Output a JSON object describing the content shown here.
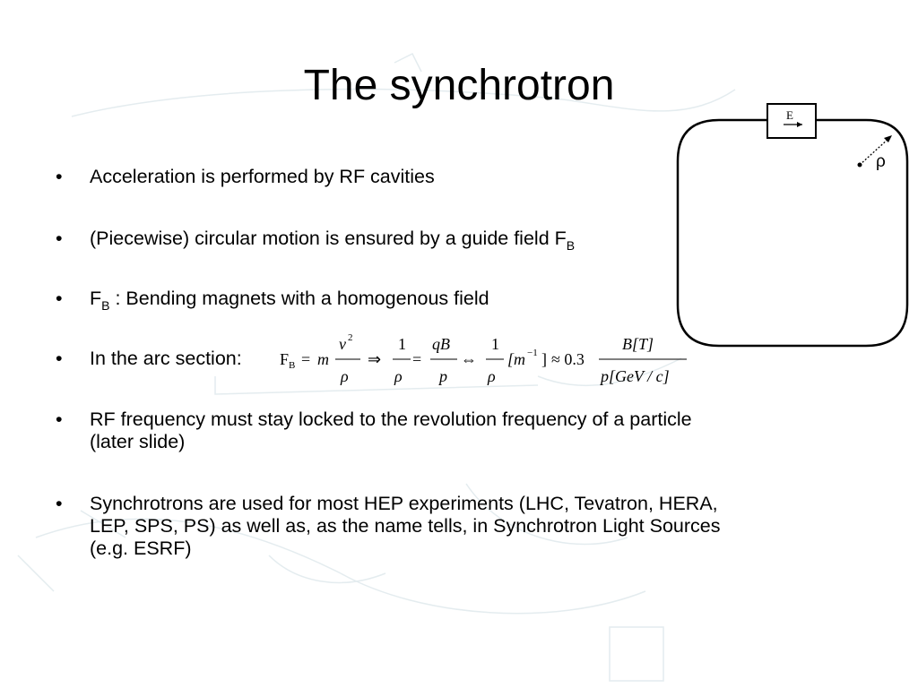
{
  "slide": {
    "title": "The synchrotron",
    "bullets": [
      {
        "marker": "•",
        "text": "Acceleration is performed by RF cavities"
      },
      {
        "marker": "•",
        "text": "(Piecewise) circular motion is ensured by a guide field F",
        "sub": "B"
      },
      {
        "marker": "•",
        "pre": "F",
        "sub": "B",
        "text": " : Bending magnets with a homogenous field"
      },
      {
        "marker": "•",
        "text": "In the arc section:"
      },
      {
        "marker": "•",
        "lines": [
          "RF frequency must stay locked to the revolution frequency of a particle",
          "(later slide)"
        ]
      },
      {
        "marker": "•",
        "lines": [
          "Synchrotrons are used for most HEP experiments (LHC, Tevatron, HERA,",
          "LEP, SPS, PS) as well as, as the name tells, in Synchrotron Light Sources",
          "(e.g. ESRF)"
        ]
      }
    ]
  },
  "diagram": {
    "cavity_label": "E",
    "radius_label": "ρ"
  },
  "formula": {
    "lhs_F": "F",
    "lhs_sub": "B",
    "eq": "=",
    "m": "m",
    "v2_num": "v",
    "v2_exp": "2",
    "rho": "ρ",
    "implies": "⇒",
    "one": "1",
    "qB": "qB",
    "p": "p",
    "iff": "⇔",
    "unit": "[m",
    "unit_exp": "−1",
    "unit_close": "]",
    "approx": "≈ 0.3",
    "BT": "B[T]",
    "pGeV": "p[GeV / c]"
  }
}
